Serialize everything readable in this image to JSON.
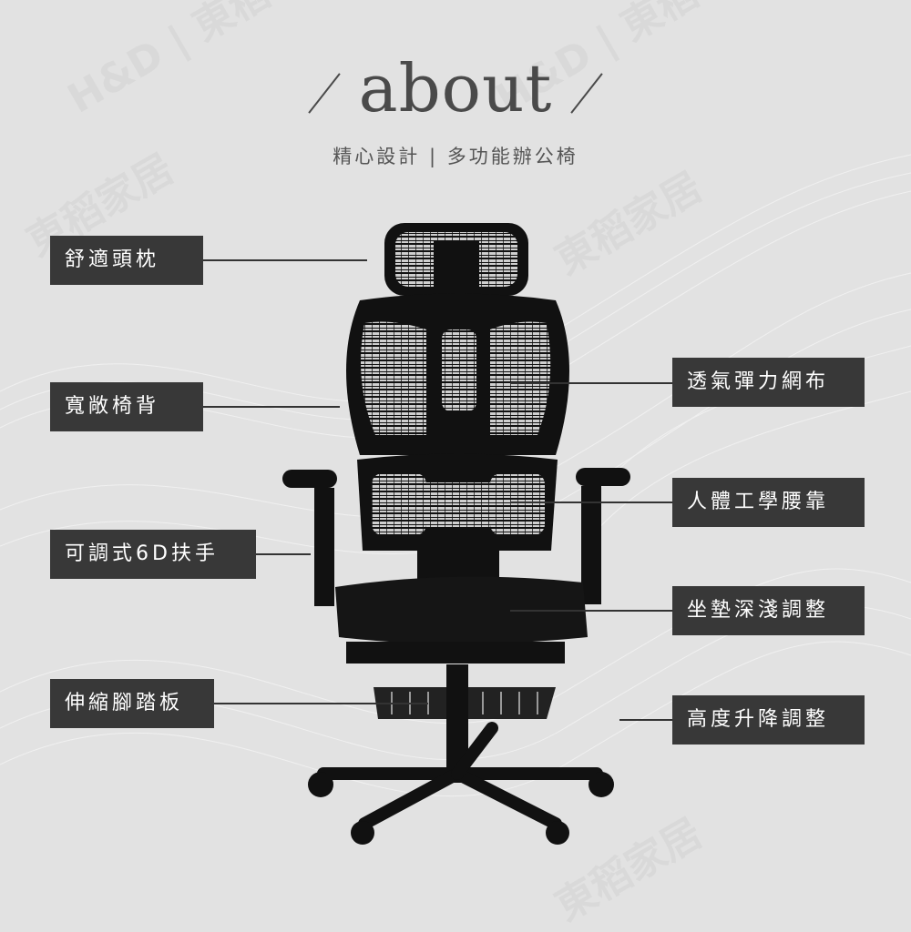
{
  "header": {
    "title": "about",
    "subtitle": "精心設計 | 多功能辦公椅"
  },
  "watermarks": [
    "H&D | 東稻",
    "東稻家居"
  ],
  "features_left": [
    {
      "label": "舒適頭枕"
    },
    {
      "label": "寬敞椅背"
    },
    {
      "label": "可調式6D扶手"
    },
    {
      "label": "伸縮腳踏板"
    }
  ],
  "features_right": [
    {
      "label": "透氣彈力網布"
    },
    {
      "label": "人體工學腰靠"
    },
    {
      "label": "坐墊深淺調整"
    },
    {
      "label": "高度升降調整"
    }
  ],
  "colors": {
    "background": "#e2e2e2",
    "label_bg": "#383838",
    "label_text": "#ffffff",
    "chair": "#111111"
  }
}
